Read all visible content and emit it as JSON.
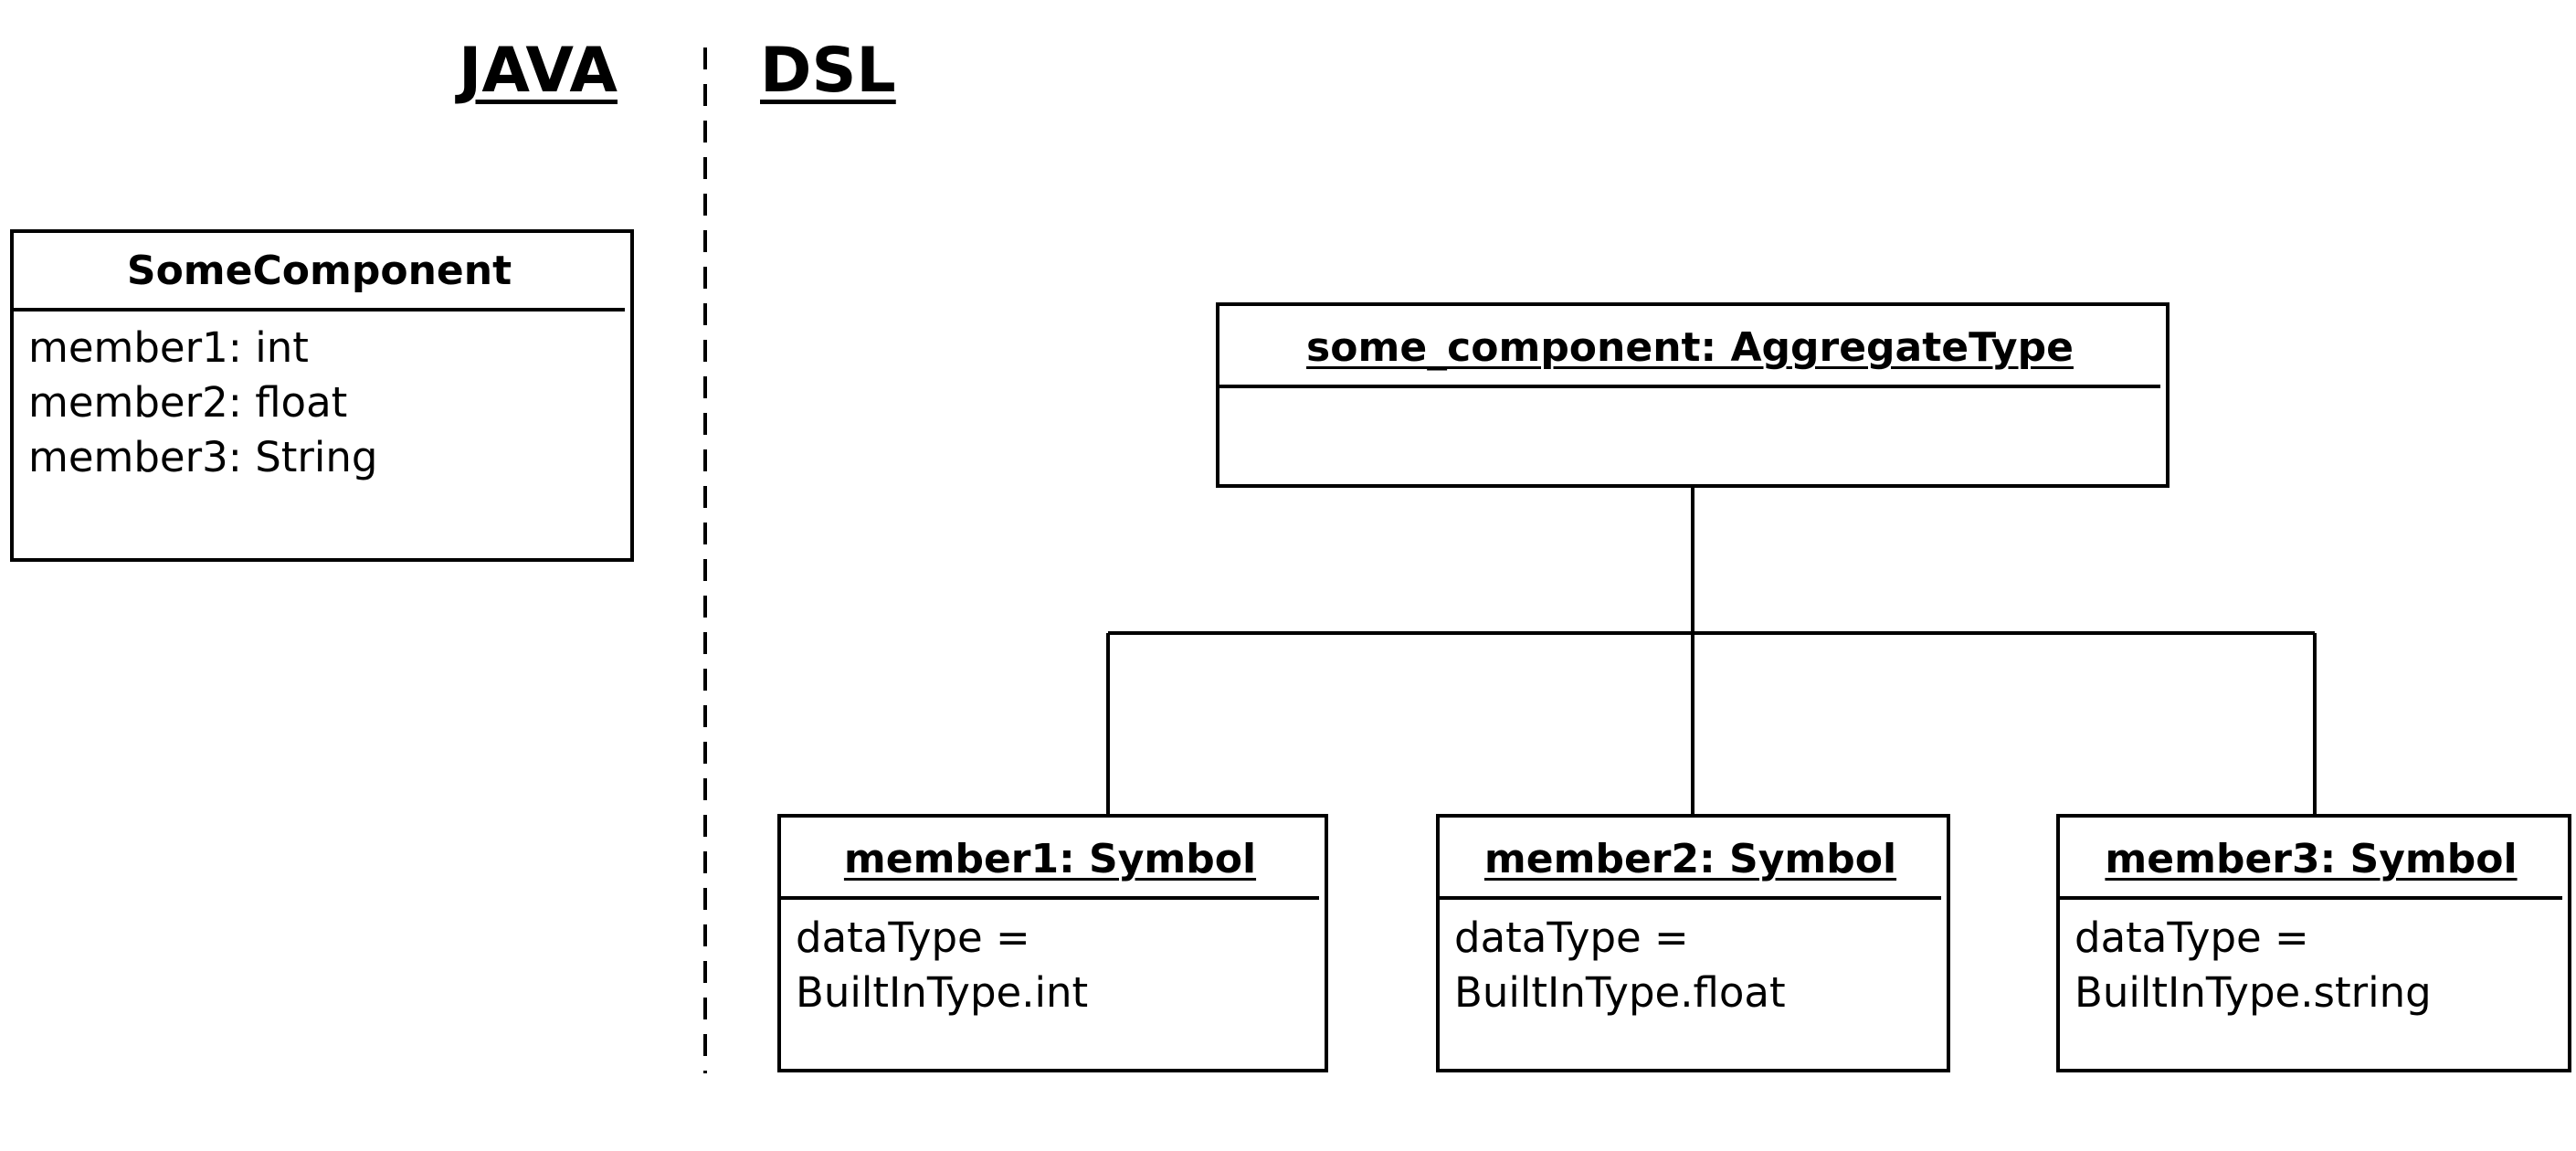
{
  "headings": {
    "java": "JAVA",
    "dsl": "DSL"
  },
  "java_class": {
    "name": "SomeComponent",
    "members": [
      "member1: int",
      "member2: float",
      "member3: String"
    ]
  },
  "aggregate_object": {
    "title": "some_component: AggregateType"
  },
  "member_objects": [
    {
      "title": "member1: Symbol",
      "lines": [
        "dataType =",
        "BuiltInType.int"
      ]
    },
    {
      "title": "member2: Symbol",
      "lines": [
        "dataType =",
        "BuiltInType.float"
      ]
    },
    {
      "title": "member3: Symbol",
      "lines": [
        "dataType =",
        "BuiltInType.string"
      ]
    }
  ]
}
